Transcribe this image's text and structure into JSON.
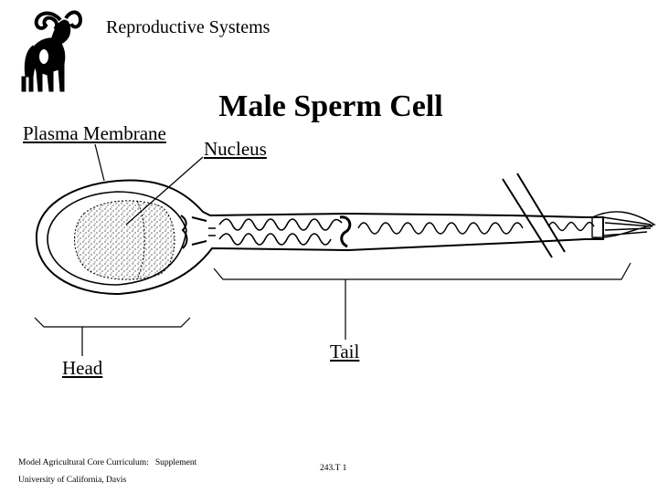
{
  "header": {
    "subject": "Reproductive Systems",
    "title": "Male Sperm Cell"
  },
  "labels": {
    "plasma_membrane": "Plasma Membrane",
    "nucleus": "Nucleus",
    "tail": "Tail",
    "head": "Head"
  },
  "footer": {
    "curriculum": "Model Agricultural Core Curriculum:   Supplement",
    "institution": "University of California, Davis",
    "slide_number": "243.T 1"
  },
  "icons": {
    "logo": "ram-icon"
  },
  "colors": {
    "ink": "#000000",
    "background": "#ffffff"
  }
}
